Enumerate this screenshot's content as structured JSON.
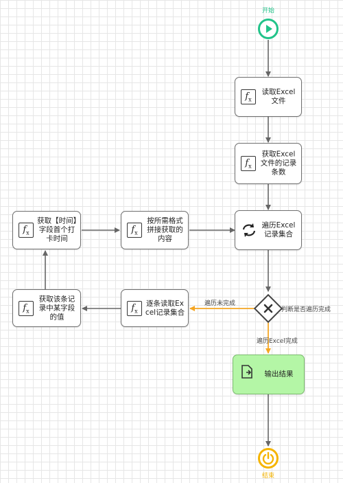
{
  "colors": {
    "start": "#21c389",
    "end": "#f5b400",
    "flow_edge": "#666666",
    "orange_edge": "#f5a623",
    "output_fill": "#b4f6a6",
    "output_border": "#7bbb6e"
  },
  "start": {
    "label": "开始",
    "icon": "play-icon"
  },
  "end": {
    "label": "结束",
    "icon": "power-icon"
  },
  "nodes": {
    "read_excel": {
      "label": "读取Excel文件",
      "icon": "fx-icon"
    },
    "get_count": {
      "label": "获取Excel文件的记录条数",
      "icon": "fx-icon"
    },
    "iterate": {
      "label": "遍历Excel记录集合",
      "icon": "loop-icon"
    },
    "read_each": {
      "label": "逐条读取Excel记录集合",
      "icon": "fx-icon"
    },
    "get_field": {
      "label": "获取该条记录中某字段的值",
      "icon": "fx-icon"
    },
    "get_time": {
      "label": "获取【时间】字段首个打卡时间",
      "icon": "fx-icon"
    },
    "concat": {
      "label": "按所需格式拼接获取的内容",
      "icon": "fx-icon"
    },
    "output": {
      "label": "输出结果",
      "icon": "document-icon"
    }
  },
  "decision": {
    "label": "判断是否遍历完成",
    "icon": "close-icon"
  },
  "edge_labels": {
    "not_done": "遍历未完成",
    "done": "遍历Excel完成"
  }
}
